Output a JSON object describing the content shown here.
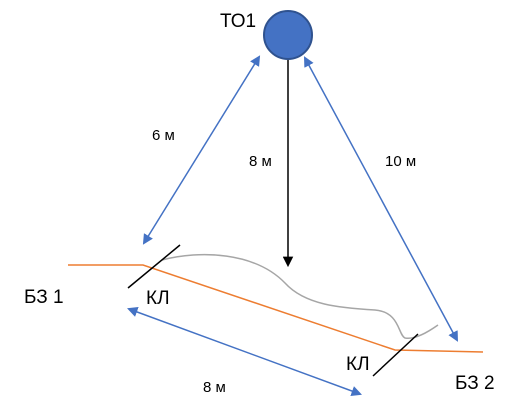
{
  "point": {
    "label": "ТО1",
    "color": "#4472c4"
  },
  "boundary_1": {
    "label": "БЗ 1",
    "color": "#ed7d31"
  },
  "boundary_2": {
    "label": "БЗ 2"
  },
  "cable_marks": [
    {
      "label": "КЛ"
    },
    {
      "label": "КЛ"
    }
  ],
  "distances": {
    "left": "6 м",
    "center": "8 м",
    "right": "10 м",
    "bottom": "8 м"
  },
  "colors": {
    "arrow_blue": "#4472c4",
    "line_orange": "#ed7d31",
    "cable_gray": "#a6a6a6",
    "arrow_black": "#000000"
  }
}
